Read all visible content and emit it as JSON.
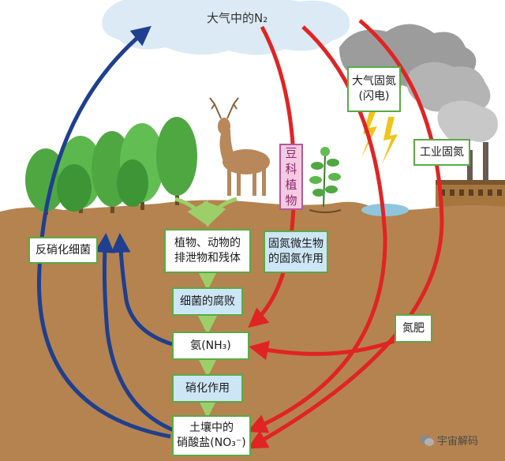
{
  "sky_label": "大气中的N₂",
  "boxes": {
    "denitrify": "反硝化细菌",
    "atm_fix_1": "大气固氮",
    "atm_fix_2": "(闪电)",
    "industrial": "工业固氮",
    "legume_1": "豆",
    "legume_2": "科",
    "legume_3": "植",
    "legume_4": "物",
    "excreta_1": "植物、动物的",
    "excreta_2": "排泄物和残体",
    "microbe_1": "固氮微生物",
    "microbe_2": "的固氮作用",
    "decay": "细菌的腐败",
    "ammonia": "氨(NH₃)",
    "nitrification": "硝化作用",
    "fertilizer": "氮肥",
    "nitrate_1": "土壤中的",
    "nitrate_2": "硝酸盐(NO₃⁻)"
  },
  "watermark": "宇宙解码",
  "colors": {
    "blue_arrow": "#1f3f8f",
    "red_arrow": "#e02424",
    "soil": "#b5834f",
    "sky": "#dbeaf4",
    "box_border": "#5aaa46"
  }
}
